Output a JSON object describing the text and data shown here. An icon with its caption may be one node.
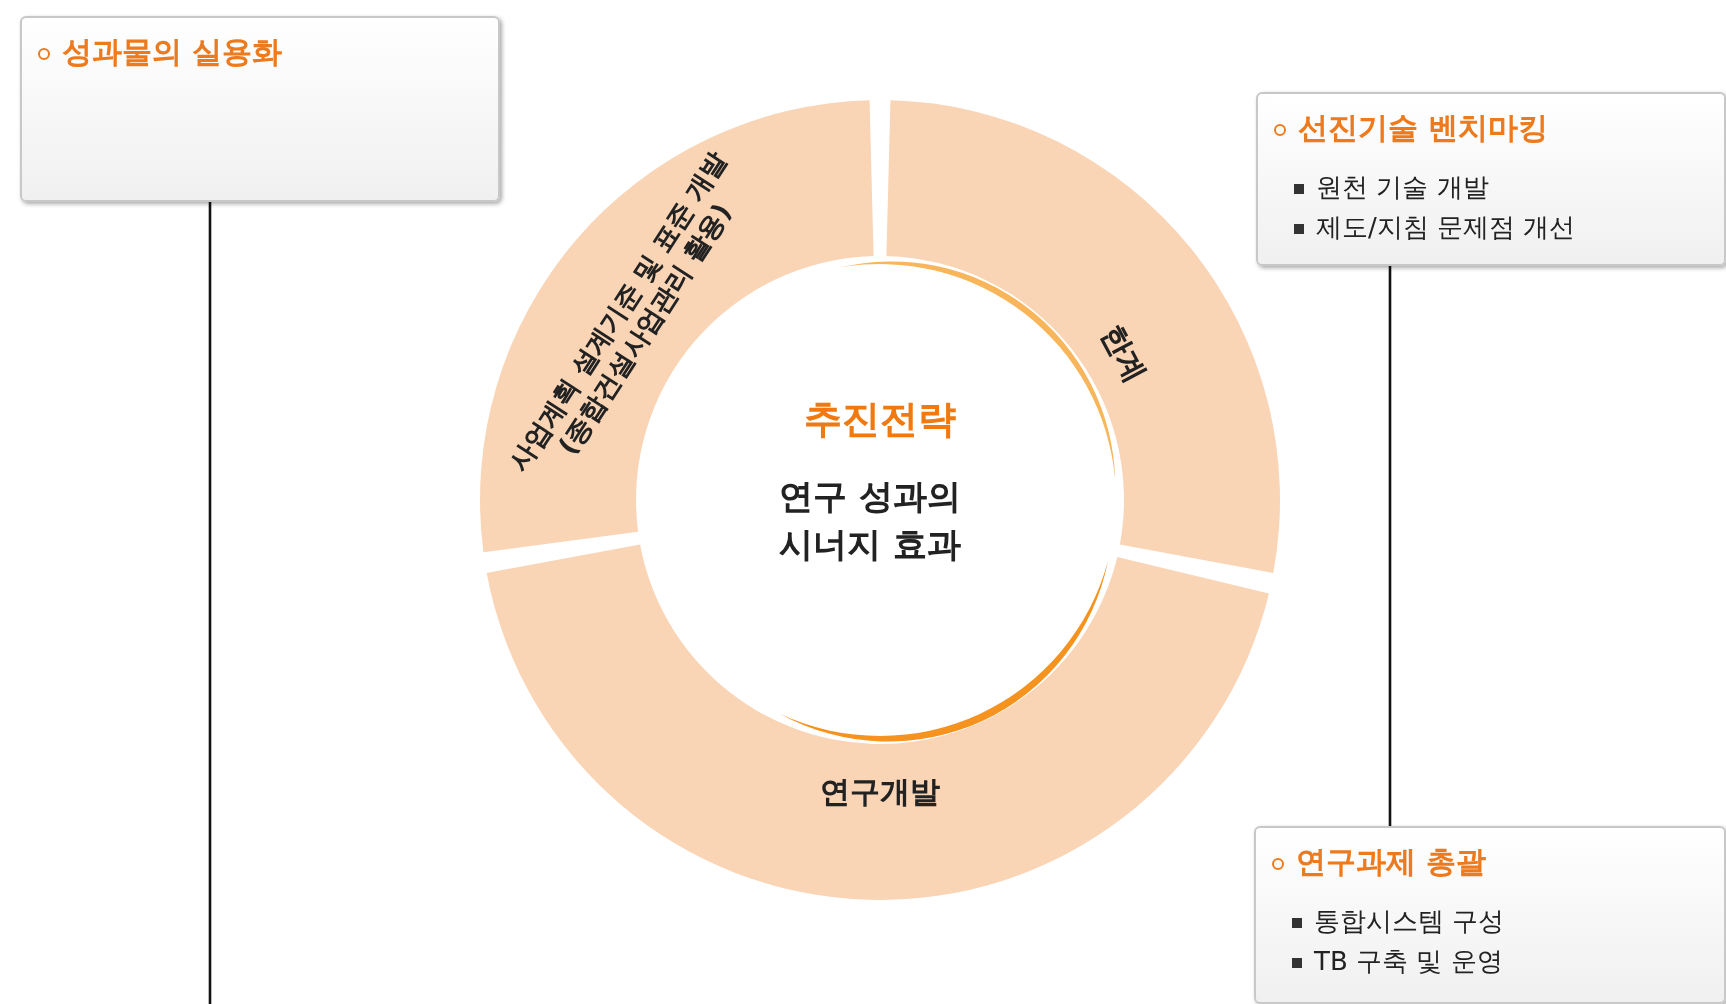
{
  "diagram": {
    "nodes": [
      {
        "text": [
          "성과물의 실용화"
        ]
      },
      {
        "text": [
          "선진기술 벤치마킹",
          "원천 기술 개발",
          "제도/지침 문제점 개선"
        ]
      },
      {
        "text": [
          "연구과제 총괄",
          "통합시스템 구성",
          "TB 구축 및 운영"
        ]
      },
      {
        "text": [
          "사업계획 설계기준 및 표준 개발 (종합건설사업관리 활용)"
        ]
      },
      {
        "text": [
          "한계"
        ]
      },
      {
        "text": [
          "연구개발"
        ]
      },
      {
        "text": [
          "추진전략",
          "연구 성과의 시너지 효과"
        ]
      }
    ],
    "edges": [
      {
        "from": 0,
        "to": null,
        "arrow": "none"
      },
      {
        "from": 1,
        "to": 2,
        "arrow": "none"
      }
    ]
  }
}
